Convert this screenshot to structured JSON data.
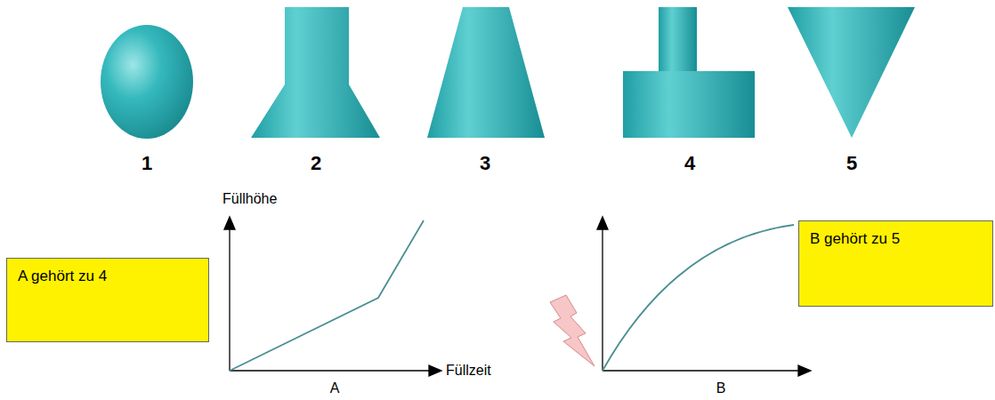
{
  "diagram": {
    "nodes": [
      {
        "text": [
          "A gehört zu 4"
        ]
      },
      {
        "text": [
          "B gehört zu 5"
        ]
      }
    ],
    "labels": [
      "1",
      "2",
      "3",
      "4",
      "5",
      "Füllhöhe",
      "Füllzeit",
      "A",
      "B"
    ]
  }
}
